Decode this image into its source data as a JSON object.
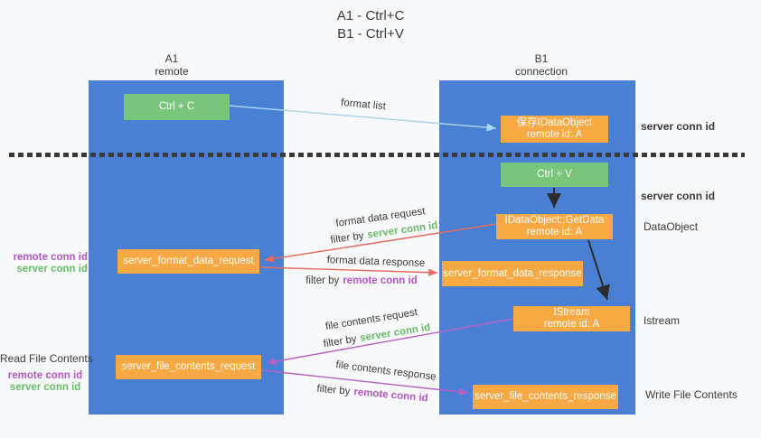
{
  "title": {
    "line1": "A1 - Ctrl+C",
    "line2": "B1 - Ctrl+V"
  },
  "lanes": {
    "left": {
      "name": "A1",
      "role": "remote"
    },
    "right": {
      "name": "B1",
      "role": "connection"
    }
  },
  "nodes": {
    "ctrl_c": {
      "label": "Ctrl + C"
    },
    "save_idataobject": {
      "line1": "保存IDataObject",
      "line2": "remote id: A"
    },
    "ctrl_v": {
      "label": "Ctrl + V"
    },
    "idataobject_getdata": {
      "line1": "IDataObject::GetData",
      "line2": "remote id: A"
    },
    "server_format_data_request": {
      "label": "server_format_data_request"
    },
    "server_format_data_response": {
      "label": "server_format_data_response"
    },
    "istream": {
      "line1": "IStream",
      "line2": "remote id: A"
    },
    "server_file_contents_request": {
      "label": "server_file_contents_request"
    },
    "server_file_contents_response": {
      "label": "server_file_contents_response"
    }
  },
  "edge_labels": {
    "format_list": "format list",
    "format_data_request": {
      "line": "format data request",
      "filter_prefix": "filter by",
      "filter_key": "server conn id"
    },
    "format_data_response": {
      "line": "format data response",
      "filter_prefix": "filter by",
      "filter_key": "remote conn id"
    },
    "file_contents_request": {
      "line": "file contents request",
      "filter_prefix": "filter by",
      "filter_key": "server conn id"
    },
    "file_contents_response": {
      "line": "file contents response",
      "filter_prefix": "filter by",
      "filter_key": "remote conn id"
    }
  },
  "side_labels": {
    "right_top_server_conn_id": "server conn id",
    "right_mid_server_conn_id": "server conn id",
    "right_dataobject": "DataObject",
    "right_istream": "Istream",
    "right_write_file_contents": "Write File Contents",
    "left_top_remote_conn_id": "remote conn id",
    "left_top_server_conn_id": "server conn id",
    "left_read_file_contents": "Read File Contents",
    "left_bottom_remote_conn_id": "remote conn id",
    "left_bottom_server_conn_id": "server conn id"
  },
  "colors": {
    "background": "#f8f9fa",
    "lane_blue": "#4a80d4",
    "node_green": "#79c57b",
    "node_orange": "#f9a943",
    "arrow_light_blue": "#a8d5f2",
    "arrow_red": "#e8685d",
    "arrow_purple": "#ba5ec4",
    "arrow_black": "#2b2b2b",
    "conn_id_green": "#67bd67",
    "conn_id_purple": "#b357c4",
    "text_dark": "#3a3a3a"
  }
}
